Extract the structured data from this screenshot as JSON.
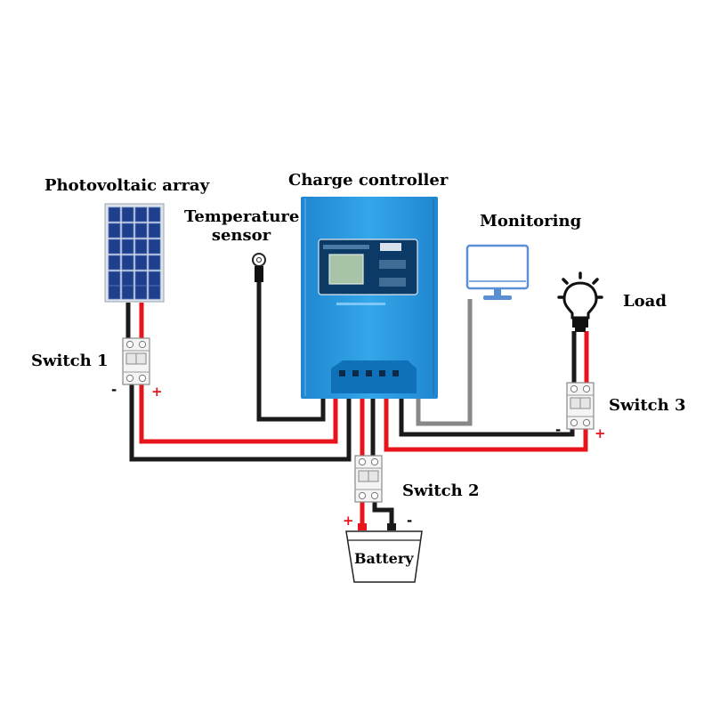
{
  "labels": {
    "pv_array": "Photovoltaic array",
    "charge_controller": "Charge controller",
    "temp_sensor_line1": "Temperature",
    "temp_sensor_line2": "sensor",
    "monitoring": "Monitoring",
    "load": "Load",
    "switch1": "Switch 1",
    "switch2": "Switch 2",
    "switch3": "Switch 3",
    "battery": "Battery"
  },
  "polarity": {
    "minus": "-",
    "plus": "+"
  },
  "colors": {
    "positive_wire": "#e8141b",
    "negative_wire": "#1a1a1a",
    "signal_wire": "#888888",
    "controller_body": "#2a9be0",
    "controller_panel": "#0f72b8",
    "lcd_screen": "#a7c3a8",
    "pv_cell": "#1e3f8c",
    "monitor_outline": "#5b8fd3"
  },
  "icons": {
    "pv_array": "solar-panel-icon",
    "temp_sensor": "temperature-probe-icon",
    "controller": "charge-controller-icon",
    "monitoring": "monitor-icon",
    "load": "light-bulb-icon",
    "battery": "battery-icon",
    "switch": "breaker-switch-icon"
  }
}
